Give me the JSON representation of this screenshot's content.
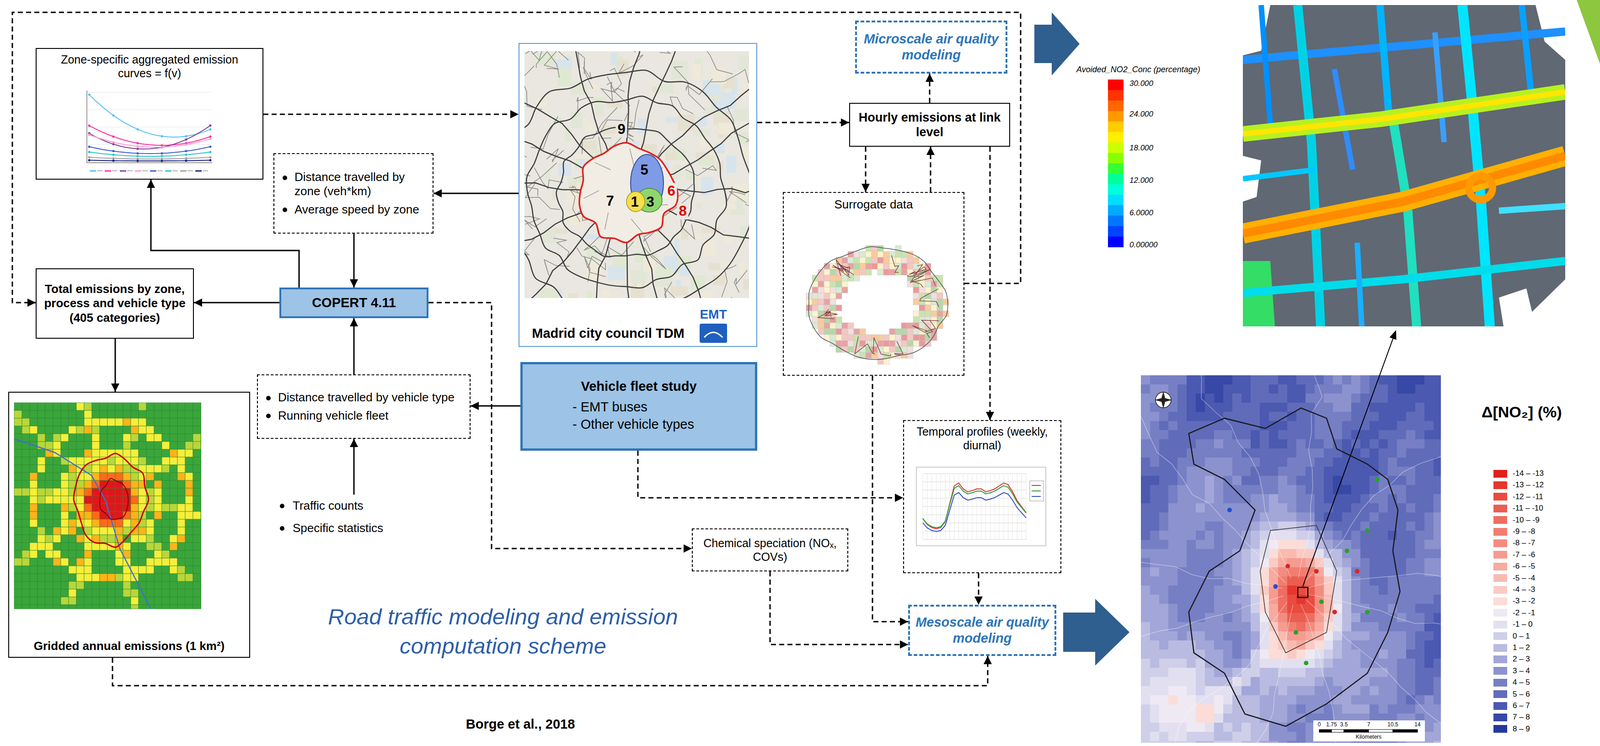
{
  "diagram": {
    "title": "Road traffic modeling and emission computation scheme",
    "caption": "Borge et al., 2018",
    "nodes": [
      {
        "text": [
          "Zone-specific aggregated emission curves = f(v)"
        ]
      },
      {
        "text": [
          "Microscale air quality modeling"
        ]
      },
      {
        "text": [
          "Madrid city council TDM"
        ]
      },
      {
        "text": [
          "Hourly emissions at link level"
        ]
      },
      {
        "text": [
          "Distance travelled by zone (veh*km)",
          "Average speed by zone"
        ]
      },
      {
        "text": [
          "Surrogate data"
        ]
      },
      {
        "text": [
          "Total emissions by zone, process and vehicle type (405 categories)"
        ]
      },
      {
        "text": [
          "COPERT 4.11"
        ]
      },
      {
        "text": [
          "Vehicle fleet study",
          "- EMT buses",
          "- Other vehicle types"
        ]
      },
      {
        "text": [
          "Distance travelled by vehicle type",
          "Running vehicle fleet"
        ]
      },
      {
        "text": [
          "Temporal profiles (weekly, diurnal)"
        ]
      },
      {
        "text": [
          "Chemical speciation (NOₓ, COVs)"
        ]
      },
      {
        "text": [
          "Gridded annual emissions (1 km²)"
        ]
      },
      {
        "text": [
          "Mesoscale air quality modeling"
        ]
      }
    ],
    "edges": [
      {
        "from": 0,
        "to": 2,
        "arrow": "to"
      },
      {
        "from": 2,
        "to": 4,
        "arrow": "to"
      },
      {
        "from": 4,
        "to": 7,
        "arrow": "to"
      },
      {
        "from": 7,
        "to": 0,
        "arrow": "to"
      },
      {
        "from": 7,
        "to": 6,
        "arrow": "to"
      },
      {
        "from": 9,
        "to": 7,
        "arrow": "to"
      },
      {
        "from": 8,
        "to": 9,
        "arrow": "to"
      },
      {
        "from": 6,
        "to": 12,
        "arrow": "to"
      },
      {
        "from": 5,
        "to": 6,
        "arrow": "to"
      },
      {
        "from": 3,
        "to": 1,
        "arrow": "to"
      },
      {
        "from": 2,
        "to": 3,
        "arrow": "to"
      },
      {
        "from": 3,
        "to": 5,
        "arrow": "to"
      },
      {
        "from": 5,
        "to": 3,
        "arrow": "to"
      },
      {
        "from": 3,
        "to": 10,
        "arrow": "to"
      },
      {
        "from": 8,
        "to": 10,
        "arrow": "to"
      },
      {
        "from": 7,
        "to": 11,
        "arrow": "to"
      },
      {
        "from": 11,
        "to": 13,
        "arrow": "to"
      },
      {
        "from": 5,
        "to": 13,
        "arrow": "to"
      },
      {
        "from": 10,
        "to": 13,
        "arrow": "to"
      },
      {
        "from": 12,
        "to": 13,
        "arrow": "to"
      }
    ],
    "labels": [
      "9",
      "5",
      "7",
      "1",
      "3",
      "6",
      "8",
      "EMT",
      "Traffic counts",
      "Specific statistics",
      "Avoided_NO2_Conc (percentage)",
      "30.000",
      "24.000",
      "18.000",
      "12.000",
      "6.0000",
      "0.00000",
      "Δ[NO₂] (%)",
      "0",
      "1.75",
      "3.5",
      "7",
      "10.5",
      "14",
      "Kilometers"
    ],
    "legend": [
      {
        "text": "-14 – -13",
        "color": "#e0201b"
      },
      {
        "text": "-13 – -12",
        "color": "#e5372e"
      },
      {
        "text": "-12 – -11",
        "color": "#e94b40"
      },
      {
        "text": "-11 – -10",
        "color": "#ec5d51"
      },
      {
        "text": "-10 – -9",
        "color": "#ef6d61"
      },
      {
        "text": "-9 – -8",
        "color": "#f17d70"
      },
      {
        "text": "-8 – -7",
        "color": "#f38c80"
      },
      {
        "text": "-7 – -6",
        "color": "#f59b90"
      },
      {
        "text": "-6 – -5",
        "color": "#f7aaa0"
      },
      {
        "text": "-5 – -4",
        "color": "#f9bab1"
      },
      {
        "text": "-4 – -3",
        "color": "#fbcac3"
      },
      {
        "text": "-3 – -2",
        "color": "#fcdcd7"
      },
      {
        "text": "-2 – -1",
        "color": "#efe9f3"
      },
      {
        "text": "-1 – 0",
        "color": "#e2e0f0"
      },
      {
        "text": "0 – 1",
        "color": "#cfcfea"
      },
      {
        "text": "1 – 2",
        "color": "#b9bbe1"
      },
      {
        "text": "2 – 3",
        "color": "#a2a6d8"
      },
      {
        "text": "3 – 4",
        "color": "#8c92ce"
      },
      {
        "text": "4 – 5",
        "color": "#767fc4"
      },
      {
        "text": "5 – 6",
        "color": "#606cba"
      },
      {
        "text": "6 – 7",
        "color": "#4b59b0"
      },
      {
        "text": "7 – 8",
        "color": "#3748a6"
      },
      {
        "text": "8 – 9",
        "color": "#24389c"
      }
    ]
  }
}
